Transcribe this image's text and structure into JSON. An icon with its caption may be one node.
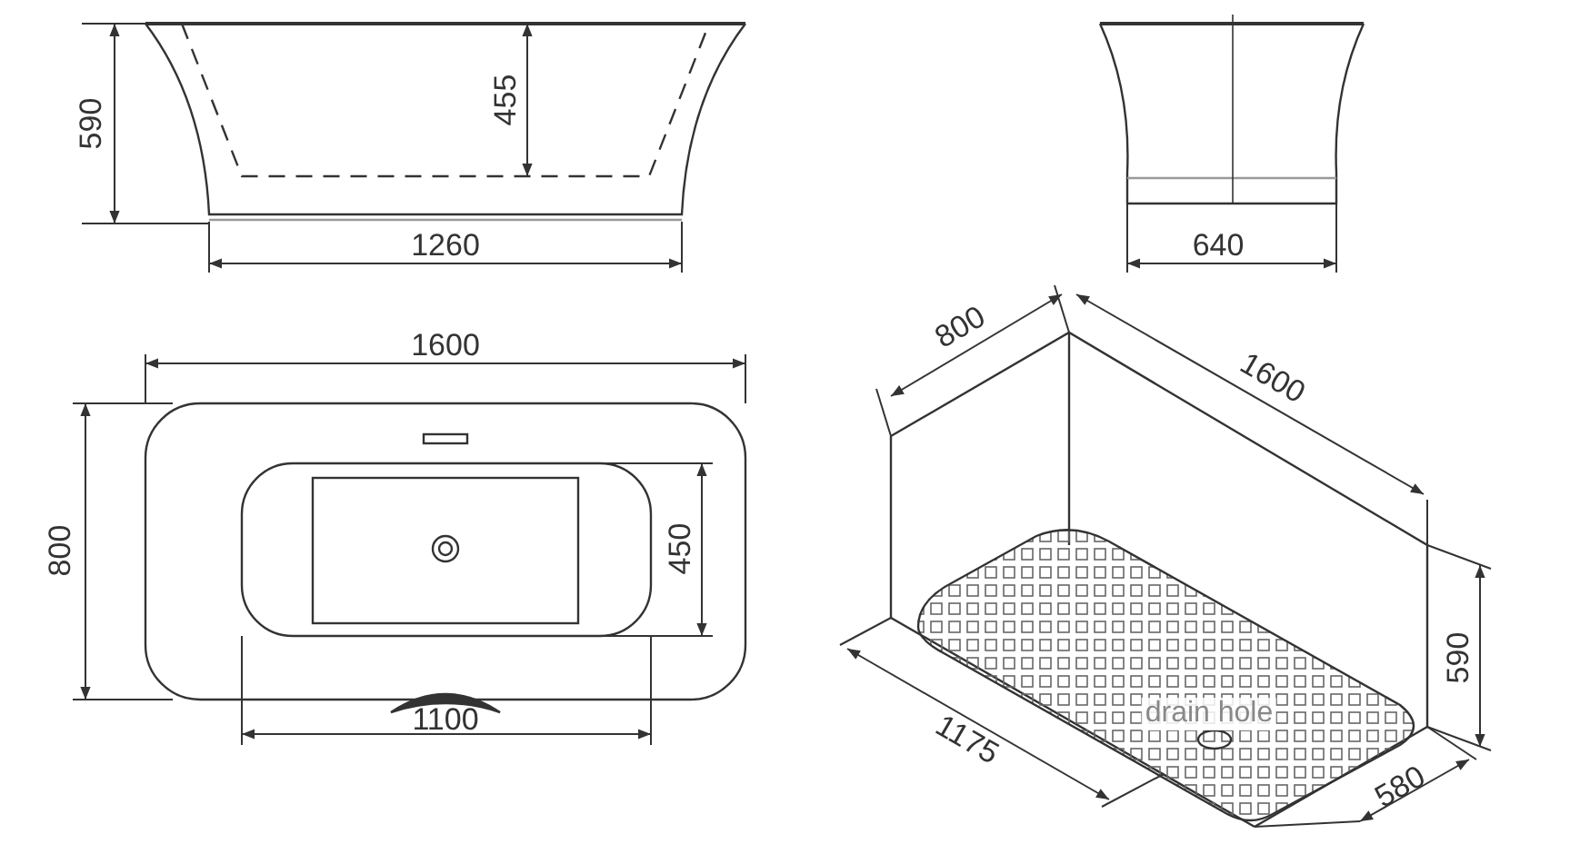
{
  "diagram": {
    "labels": [
      "590",
      "455",
      "1260",
      "640",
      "800",
      "1600",
      "1600",
      "800",
      "450",
      "590",
      "1100",
      "drain hole",
      "1175",
      "580"
    ]
  }
}
